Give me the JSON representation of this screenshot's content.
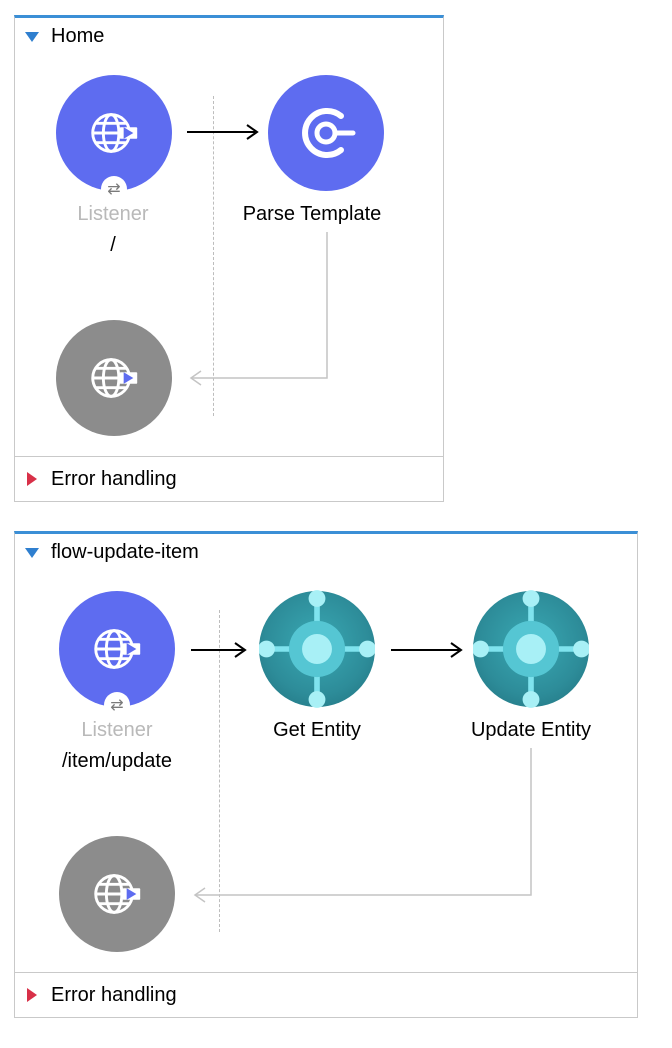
{
  "flows": [
    {
      "name": "Home",
      "nodes": {
        "source": {
          "label": "Listener",
          "sub": "/",
          "icon": "globe-arrow-icon",
          "badge": "⇄"
        },
        "step1": {
          "label": "Parse Template",
          "icon": "parse-template-icon"
        },
        "response": {
          "icon": "globe-arrow-icon"
        }
      },
      "error_handling": "Error handling"
    },
    {
      "name": "flow-update-item",
      "nodes": {
        "source": {
          "label": "Listener",
          "sub": "/item/update",
          "icon": "globe-arrow-icon",
          "badge": "⇄"
        },
        "step1": {
          "label": "Get Entity",
          "icon": "business-central-icon"
        },
        "step2": {
          "label": "Update Entity",
          "icon": "business-central-icon"
        },
        "response": {
          "icon": "globe-arrow-icon"
        }
      },
      "error_handling": "Error handling"
    }
  ],
  "colors": {
    "accent": "#3b8fd6",
    "node_blue": "#5e6cf0",
    "node_grey": "#8c8c8c",
    "teal": "#2d8c99",
    "error_arrow": "#d83048"
  }
}
